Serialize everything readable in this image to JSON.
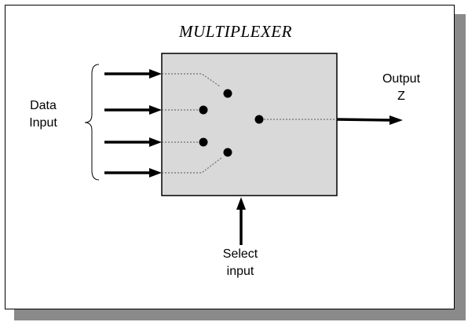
{
  "title": "MULTIPLEXER",
  "labels": {
    "data_input_line1": "Data",
    "data_input_line2": "Input",
    "output_line1": "Output",
    "output_line2": "Z",
    "select_line1": "Select",
    "select_line2": "input"
  },
  "colors": {
    "box_fill": "#d9d9d9",
    "stroke": "#000000",
    "shadow": "#8a8a8a"
  }
}
